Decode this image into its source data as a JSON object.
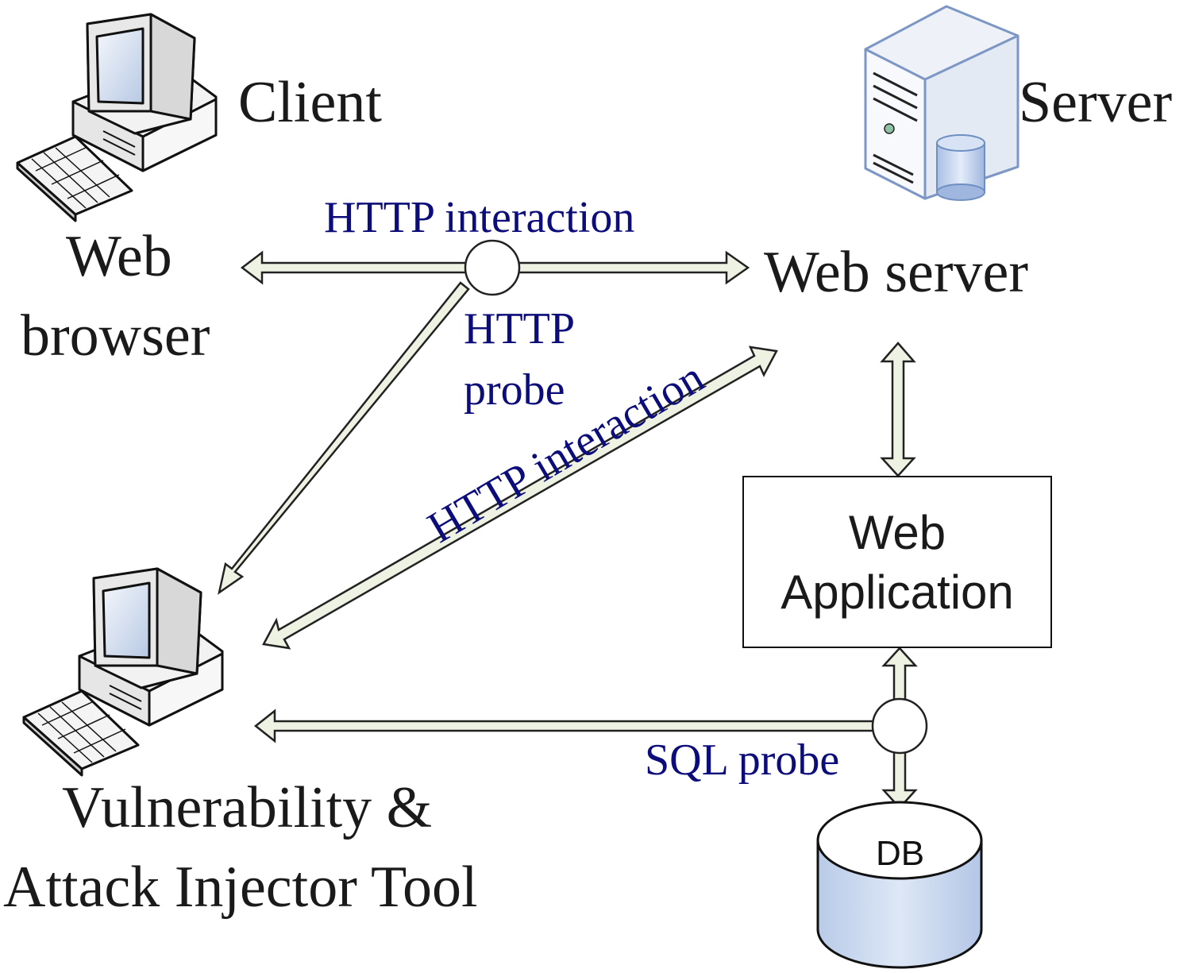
{
  "nodes": {
    "client_label": "Client",
    "server_label": "Server",
    "browser_line1": "Web",
    "browser_line2": "browser",
    "web_server_label": "Web server",
    "web_app_line1": "Web",
    "web_app_line2": "Application",
    "db_label": "DB",
    "tool_line1": "Vulnerability &",
    "tool_line2": "Attack Injector Tool"
  },
  "edges": {
    "http_interaction_top": "HTTP interaction",
    "http_probe_line1": "HTTP",
    "http_probe_line2": "probe",
    "http_interaction_diagonal": "HTTP interaction",
    "sql_probe": "SQL probe"
  },
  "icons": {
    "client_computer": "desktop-computer-icon",
    "tool_computer": "desktop-computer-icon",
    "server": "server-tower-icon",
    "database": "database-cylinder-icon"
  },
  "colors": {
    "arrow_fill": "#eef2e2",
    "arrow_stroke": "#222222",
    "edge_label": "#0c0c7a",
    "server_body": "#e8eef6",
    "server_border": "#6e8fc2",
    "db_fill": "#c9d8ef"
  }
}
